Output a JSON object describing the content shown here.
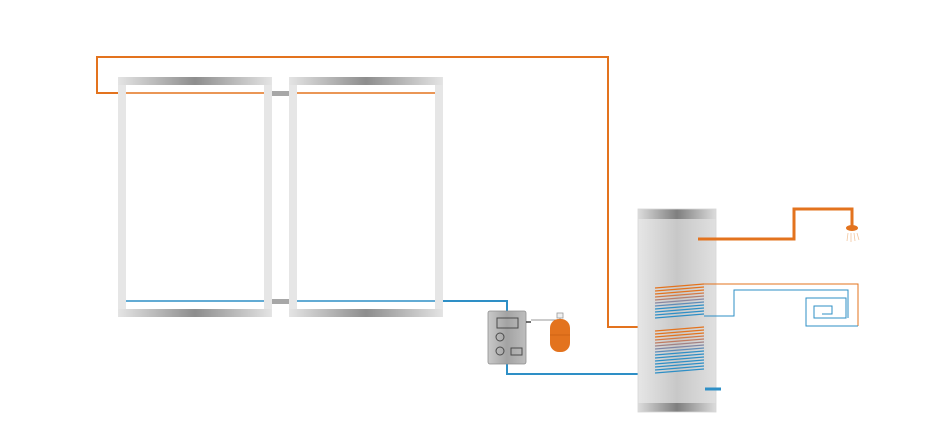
{
  "diagram": {
    "colors": {
      "hot": "#e3731e",
      "cold": "#2e8fc6",
      "frame_light": "#e2e2e2",
      "frame_dark": "#8f8f8f",
      "tank_body": "#cfcfcf",
      "station_body": "#a9a9a9"
    },
    "components": [
      {
        "id": "collector-1",
        "icon": "solar-collector-icon"
      },
      {
        "id": "collector-2",
        "icon": "solar-collector-icon"
      },
      {
        "id": "pump-station",
        "icon": "pump-controller-icon"
      },
      {
        "id": "expansion-vessel",
        "icon": "expansion-vessel-icon"
      },
      {
        "id": "storage-tank",
        "icon": "storage-tank-icon"
      },
      {
        "id": "hot-water-tap",
        "icon": "shower-head-icon"
      },
      {
        "id": "floor-heating",
        "icon": "floor-heating-loop-icon"
      }
    ]
  }
}
